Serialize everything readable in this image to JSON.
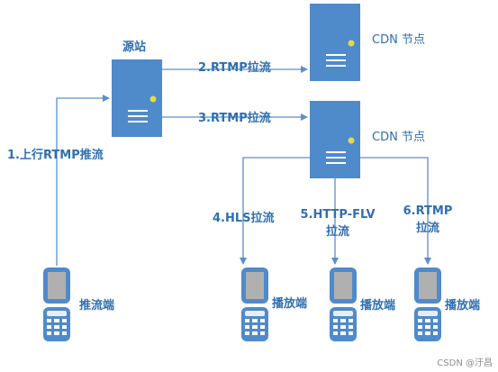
{
  "nodes": {
    "origin_label": "源站",
    "cdn_top_label": "CDN 节点",
    "cdn_main_label": "CDN 节点"
  },
  "edges": {
    "push": "1.上行RTMP推流",
    "pull_top": "2.RTMP拉流",
    "pull_main": "3.RTMP拉流",
    "hls_pull": "4.HLS拉流",
    "flv_line1": "5.HTTP-FLV",
    "flv_line2": "拉流",
    "rtmp_line1": "6.RTMP",
    "rtmp_line2": "拉流"
  },
  "devices": {
    "pusher": "推流端",
    "player_1": "播放端",
    "player_2": "播放端",
    "player_3": "播放端"
  },
  "watermark": "CSDN @汙昌",
  "colors": {
    "line": "#5b8fc9",
    "server": "#4f8acb",
    "text": "#2f6fb1"
  }
}
